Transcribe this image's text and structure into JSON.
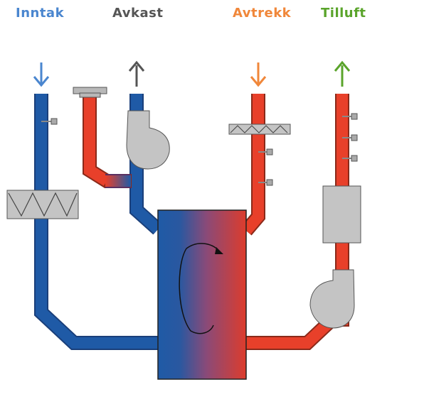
{
  "labels": {
    "inntak": "Inntak",
    "avkast": "Avkast",
    "avtrekk": "Avtrekk",
    "tilluft": "Tilluft"
  },
  "colors": {
    "inntak": "#4a86cf",
    "avkast": "#555555",
    "avtrekk": "#f0873a",
    "tilluft": "#5aa42b",
    "cold_duct": "#1f5aa6",
    "warm_duct": "#e8402a",
    "component_fill": "#c4c4c4"
  }
}
